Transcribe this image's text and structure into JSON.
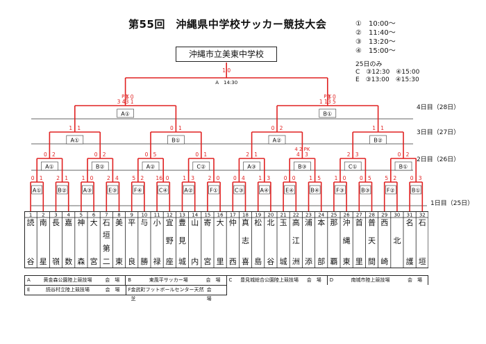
{
  "title": "第55回　沖縄県中学校サッカー競技大会",
  "times": [
    "①　10:00〜",
    "②　11:40〜",
    "③　13:20〜",
    "④　15:00〜"
  ],
  "day25": {
    "heading": "25日のみ",
    "lines": [
      "C　③12:30　④15:00",
      "E　③13:00　④15:30"
    ]
  },
  "winner": "沖縄市立美東中学校",
  "round_tags": [
    "4日目（28日）",
    "3日目（27日）",
    "2日目（26日）",
    "1日目（25日）"
  ],
  "final": {
    "score": "1 0",
    "label": "A　14:30"
  },
  "semis": [
    {
      "score": "1 0",
      "side": "left"
    },
    {
      "score": "1 0",
      "side": "right"
    }
  ],
  "matches": [
    {
      "label": "A①",
      "round": "r1",
      "lscore": "0",
      "rscore": "1"
    },
    {
      "label": "B②",
      "round": "r1",
      "lscore": "2",
      "rscore": "1"
    },
    {
      "label": "A③",
      "round": "r1",
      "lscore": "1",
      "rscore": "0"
    },
    {
      "label": "E③",
      "round": "r1",
      "lscore": "2",
      "rscore": "4"
    },
    {
      "label": "F④",
      "round": "r1",
      "lscore": "5",
      "rscore": "2"
    },
    {
      "label": "C④",
      "round": "r1",
      "lscore": "16",
      "rscore": "0"
    },
    {
      "label": "A②",
      "round": "r1",
      "lscore": "1",
      "rscore": "3"
    },
    {
      "label": "F①",
      "round": "r1",
      "lscore": "2",
      "rscore": "0"
    },
    {
      "label": "C③",
      "round": "r1",
      "lscore": "0",
      "rscore": "4"
    },
    {
      "label": "A④",
      "round": "r1",
      "lscore": "1",
      "rscore": "3"
    },
    {
      "label": "E④",
      "round": "r1",
      "lscore": "0",
      "rscore": "0"
    },
    {
      "label": "B④",
      "round": "r1",
      "lscore": "1",
      "rscore": "5"
    },
    {
      "label": "F③",
      "round": "r1",
      "lscore": "1",
      "rscore": "0"
    },
    {
      "label": "B③",
      "round": "r1",
      "lscore": "0",
      "rscore": "5"
    },
    {
      "label": "F②",
      "round": "r1",
      "lscore": "5",
      "rscore": "2"
    },
    {
      "label": "B①",
      "round": "r1",
      "lscore": "0",
      "rscore": "3"
    },
    {
      "label": "A①",
      "round": "r2",
      "lscore": "0",
      "rscore": "2"
    },
    {
      "label": "B②",
      "round": "r2",
      "lscore": "0",
      "rscore": "2"
    },
    {
      "label": "A②",
      "round": "r2",
      "lscore": "0",
      "rscore": "5"
    },
    {
      "label": "C②",
      "round": "r2",
      "lscore": "0",
      "rscore": "1"
    },
    {
      "label": "A③",
      "round": "r2",
      "lscore": "2",
      "rscore": "1"
    },
    {
      "label": "B③",
      "round": "r2",
      "lscore": "4",
      "rscore": "3",
      "pk": "4 2 PK"
    },
    {
      "label": "C①",
      "round": "r2",
      "lscore": "2",
      "rscore": "3"
    },
    {
      "label": "B①",
      "round": "r2",
      "lscore": "0",
      "rscore": "2"
    },
    {
      "label": "A①",
      "round": "r3",
      "lscore": "1",
      "rscore": "1"
    },
    {
      "label": "B①",
      "round": "r3",
      "lscore": "0",
      "rscore": "1"
    },
    {
      "label": "A②",
      "round": "r3",
      "lscore": "0",
      "rscore": "2"
    },
    {
      "label": "B②",
      "round": "r3",
      "lscore": "1",
      "rscore": "1"
    },
    {
      "label": "A①",
      "round": "r4",
      "lscore": "3 4",
      "rscore": "3 1",
      "pk": "P K"
    },
    {
      "label": "B①",
      "round": "r4",
      "lscore": "1 1",
      "rscore": "3 5",
      "pk": "P K"
    }
  ],
  "schools": [
    {
      "n": "1",
      "name": "読谷"
    },
    {
      "n": "2",
      "name": "南星"
    },
    {
      "n": "3",
      "name": "長嶺"
    },
    {
      "n": "4",
      "name": "嘉数"
    },
    {
      "n": "5",
      "name": "神森"
    },
    {
      "n": "6",
      "name": "大宮"
    },
    {
      "n": "7",
      "name": "石垣第二"
    },
    {
      "n": "8",
      "name": "美東"
    },
    {
      "n": "9",
      "name": "平良"
    },
    {
      "n": "10",
      "name": "与勝"
    },
    {
      "n": "11",
      "name": "小禄"
    },
    {
      "n": "12",
      "name": "宜野座"
    },
    {
      "n": "13",
      "name": "豊見城"
    },
    {
      "n": "14",
      "name": "山内"
    },
    {
      "n": "15",
      "name": "寄宮"
    },
    {
      "n": "16",
      "name": "大里"
    },
    {
      "n": "17",
      "name": "仲西"
    },
    {
      "n": "18",
      "name": "真志喜"
    },
    {
      "n": "19",
      "name": "松島"
    },
    {
      "n": "20",
      "name": "北谷"
    },
    {
      "n": "21",
      "name": "玉城"
    },
    {
      "n": "22",
      "name": "高江洲"
    },
    {
      "n": "23",
      "name": "浦添"
    },
    {
      "n": "24",
      "name": "本部"
    },
    {
      "n": "25",
      "name": "那覇"
    },
    {
      "n": "26",
      "name": "沖縄東"
    },
    {
      "n": "27",
      "name": "首里"
    },
    {
      "n": "28",
      "name": "普天間"
    },
    {
      "n": "29",
      "name": "西崎"
    },
    {
      "n": "30",
      "name": "北"
    },
    {
      "n": "31",
      "name": "名護"
    },
    {
      "n": "32",
      "name": "石垣"
    }
  ],
  "venues": [
    [
      {
        "k": "A",
        "name": "黄金森公園陸上競技場",
        "suffix": "会　場"
      },
      {
        "k": "B",
        "name": "東風平サッカー場",
        "suffix": "会　場"
      },
      {
        "k": "C",
        "name": "豊見城総合公園陸上競技場",
        "suffix": "会　場"
      },
      {
        "k": "D",
        "name": "南城市陸上競技場",
        "suffix": "会　場"
      }
    ],
    [
      {
        "k": "E",
        "name": "読谷村立陸上競技場",
        "suffix": "会　場"
      },
      {
        "k": "F",
        "name": "金武町フットボールセンター天然芝",
        "suffix": "会　場"
      }
    ]
  ],
  "colors": {
    "win_line": "#e02020",
    "line": "#333333"
  }
}
